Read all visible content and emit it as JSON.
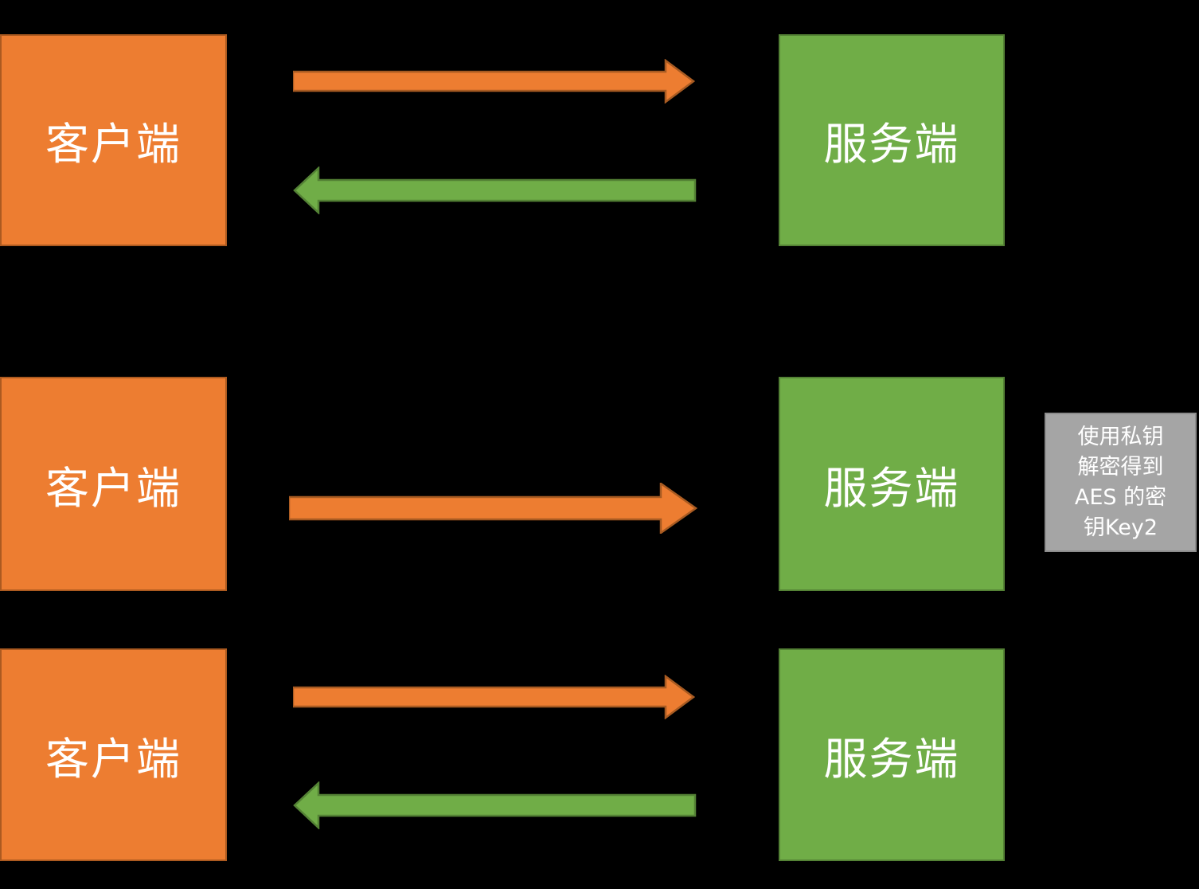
{
  "rows": [
    {
      "client": {
        "label": "客户端"
      },
      "server": {
        "label": "服务端"
      },
      "arrows": [
        {
          "name": "request",
          "direction": "right",
          "color": "orange"
        },
        {
          "name": "response",
          "direction": "left",
          "color": "green"
        }
      ]
    },
    {
      "client": {
        "label": "客户端"
      },
      "server": {
        "label": "服务端"
      },
      "arrows": [
        {
          "name": "request",
          "direction": "right",
          "color": "orange"
        }
      ]
    },
    {
      "client": {
        "label": "客户端"
      },
      "server": {
        "label": "服务端"
      },
      "arrows": [
        {
          "name": "request",
          "direction": "right",
          "color": "orange"
        },
        {
          "name": "response",
          "direction": "left",
          "color": "green"
        }
      ]
    }
  ],
  "note": {
    "text": "使用私钥解密得到 AES 的密钥Key2",
    "lines": [
      "使用私钥",
      "解密得到",
      "AES 的密",
      "钥Key2"
    ]
  },
  "colors": {
    "background": "#000000",
    "text": "#FFFFFF",
    "client_fill": "#ED7D31",
    "client_border": "#AC5A20",
    "server_fill": "#70AD47",
    "server_border": "#548235",
    "arrow_orange_fill": "#ED7D31",
    "arrow_orange_border": "#A85B22",
    "arrow_green_fill": "#70AD47",
    "arrow_green_border": "#548235",
    "note_fill": "#A5A5A5",
    "note_border": "#8C8C8C"
  }
}
